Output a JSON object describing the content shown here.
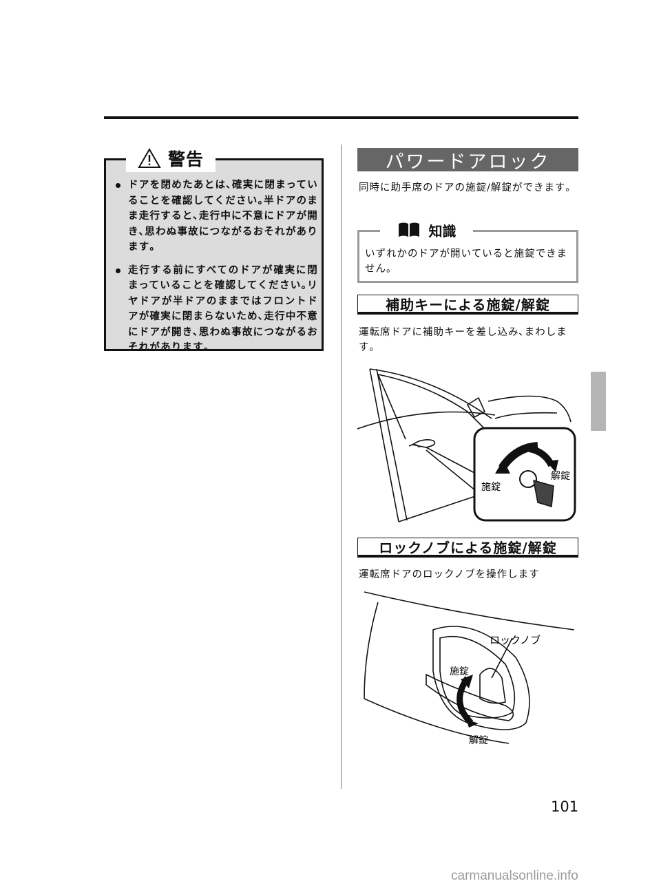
{
  "warning": {
    "title": "警告",
    "items": [
      "ドアを閉めたあとは､確実に閉まっていることを確認してください｡半ドアのまま走行すると､走行中に不意にドアが開き､思わぬ事故につながるおそれがあります｡",
      "走行する前にすべてのドアが確実に閉まっていることを確認してください｡リヤドアが半ドアのままではフロントドアが確実に閉まらないため､走行中不意にドアが開き､思わぬ事故につながるおそれがあります｡"
    ]
  },
  "section": {
    "title": "パワードアロック",
    "intro": "同時に助手席のドアの施錠/解錠ができます｡"
  },
  "knowledge": {
    "title": "知識",
    "text": "いずれかのドアが開いていると施錠できません｡"
  },
  "key_lock": {
    "title": "補助キーによる施錠/解錠",
    "text": "運転席ドアに補助キーを差し込み､まわします｡",
    "label_lock": "施錠",
    "label_unlock": "解錠"
  },
  "knob_lock": {
    "title": "ロックノブによる施錠/解錠",
    "text": "運転席ドアのロックノブを操作します",
    "label_knob": "ロックノブ",
    "label_lock": "施錠",
    "label_unlock": "解錠"
  },
  "page_number": "101",
  "watermark": "carmanualsonline.info",
  "icons": {
    "warning": "warning-triangle-icon",
    "knowledge": "book-icon"
  }
}
